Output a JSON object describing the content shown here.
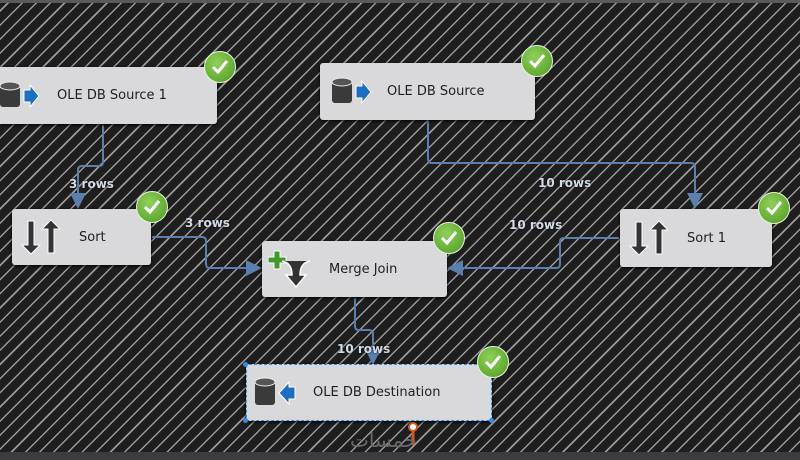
{
  "components": [
    {
      "id": "src1",
      "label": "OLE DB Source 1",
      "type": "source",
      "status": "success"
    },
    {
      "id": "src",
      "label": "OLE DB Source",
      "type": "source",
      "status": "success"
    },
    {
      "id": "sort",
      "label": "Sort",
      "type": "sort",
      "status": "success"
    },
    {
      "id": "merge",
      "label": "Merge Join",
      "type": "merge-join",
      "status": "success"
    },
    {
      "id": "sort1",
      "label": "Sort 1",
      "type": "sort",
      "status": "success"
    },
    {
      "id": "dest",
      "label": "OLE DB Destination",
      "type": "destination",
      "status": "success",
      "selected": true
    }
  ],
  "flows": [
    {
      "from": "OLE DB Source 1",
      "to": "Sort",
      "label": "3 rows"
    },
    {
      "from": "Sort",
      "to": "Merge Join",
      "label": "3 rows"
    },
    {
      "from": "OLE DB Source",
      "to": "Sort 1",
      "label": "10 rows"
    },
    {
      "from": "Sort 1",
      "to": "Merge Join",
      "label": "10 rows"
    },
    {
      "from": "Merge Join",
      "to": "OLE DB Destination",
      "label": "10 rows"
    }
  ],
  "watermark": "خمسات",
  "colors": {
    "flow": "#5b7fae",
    "success": "#5cab2c",
    "selection": "#2f8de4"
  }
}
